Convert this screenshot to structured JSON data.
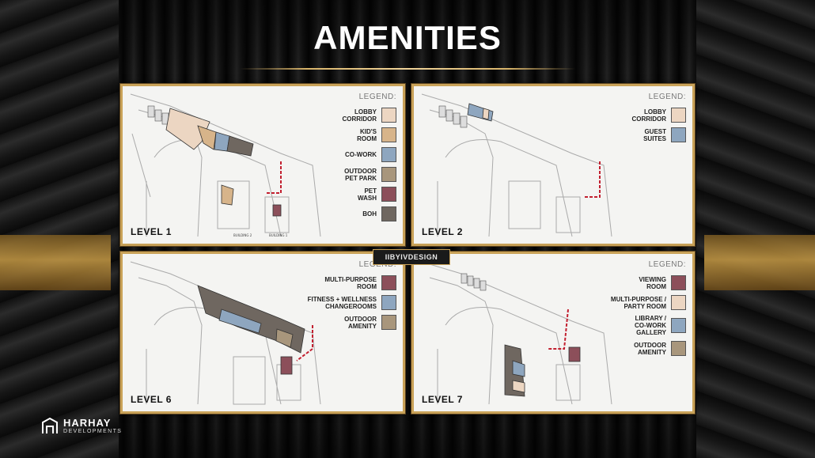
{
  "title": "AMENITIES",
  "brand_badge": "IIBYIVDESIGN",
  "logo": {
    "name": "HARHAY",
    "sub": "DEVELOPMENTS",
    "icon": "harhay-logo-icon"
  },
  "colors": {
    "gold": "#c9a258",
    "background": "#0c0c0c"
  },
  "panels": [
    {
      "level": "LEVEL 1",
      "legend_title": "LEGEND:",
      "legend": [
        {
          "label": "LOBBY\nCORRIDOR",
          "color": "#ecd6c2"
        },
        {
          "label": "KID'S\nROOM",
          "color": "#d7b48a"
        },
        {
          "label": "CO-WORK",
          "color": "#8ea6bf"
        },
        {
          "label": "OUTDOOR\nPET PARK",
          "color": "#a8967c"
        },
        {
          "label": "PET\nWASH",
          "color": "#8c4f5a"
        },
        {
          "label": "BOH",
          "color": "#6f6760"
        }
      ]
    },
    {
      "level": "LEVEL 2",
      "legend_title": "LEGEND:",
      "legend": [
        {
          "label": "LOBBY\nCORRIDOR",
          "color": "#ecd6c2"
        },
        {
          "label": "GUEST\nSUITES",
          "color": "#8ea6bf"
        }
      ]
    },
    {
      "level": "LEVEL 6",
      "legend_title": "LEGEND:",
      "legend": [
        {
          "label": "MULTI-PURPOSE\nROOM",
          "color": "#8c4f5a"
        },
        {
          "label": "FITNESS + WELLNESS\nCHANGEROOMS",
          "color": "#8ea6bf"
        },
        {
          "label": "OUTDOOR\nAMENITY",
          "color": "#a8967c"
        }
      ]
    },
    {
      "level": "LEVEL 7",
      "legend_title": "LEGEND:",
      "legend": [
        {
          "label": "VIEWING\nROOM",
          "color": "#8c4f5a"
        },
        {
          "label": "MULTI-PURPOSE /\nPARTY ROOM",
          "color": "#ecd6c2"
        },
        {
          "label": "LIBRARY /\nCO-WORK\nGALLERY",
          "color": "#8ea6bf"
        },
        {
          "label": "OUTDOOR\nAMENITY",
          "color": "#a8967c"
        }
      ]
    }
  ]
}
